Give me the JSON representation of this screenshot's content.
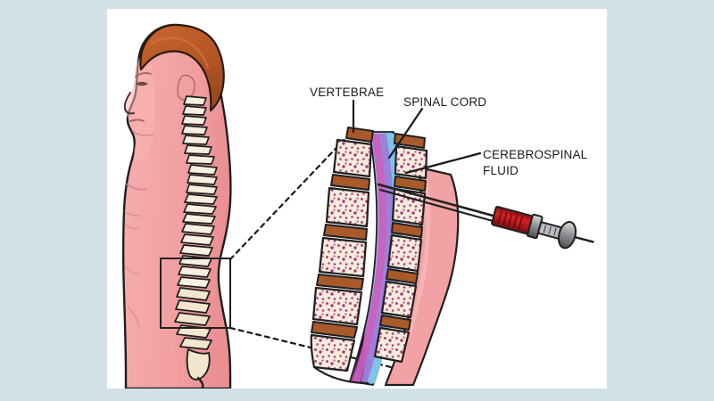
{
  "illustration": {
    "title": "Lumbar puncture (spinal tap) anatomical diagram",
    "background_color": "#d2e1e6",
    "canvas_color": "#ffffff"
  },
  "labels": {
    "vertebrae": "VERTEBRAE",
    "spinal_cord": "SPINAL CORD",
    "cerebrospinal_fluid_line1": "CEREBROSPINAL",
    "cerebrospinal_fluid_line2": "FLUID"
  },
  "colors": {
    "skin": "#f4a3a3",
    "skin_shadow": "#e88f92",
    "hair": "#c0622c",
    "hair_dark": "#9d4a1e",
    "bone": "#f5ead8",
    "bone_edge": "#2b2b2b",
    "disc": "#a85a2a",
    "marrow_speckle": "#b03a78",
    "dura_magenta": "#c95fc0",
    "dura_purple": "#8f7fd4",
    "csf_blue": "#7ec4ea",
    "syringe_barrel": "#c2181f",
    "syringe_hub": "#8f9194",
    "needle": "#2b2b2b",
    "outline": "#1f1f1f",
    "callout_box": "#231f20",
    "label_text": "#1a1a1a"
  },
  "elements": {
    "body_figure": "side-profile male torso and head with visible vertebral column",
    "callout_box": "black rectangle framing the lumbar region",
    "callout_lines": "two dashed lines connecting lumbar box to magnified view",
    "magnified_view": "enlarged lumbar vertebrae cross-section",
    "syringe": "spinal needle and syringe inserted between lumbar vertebrae"
  },
  "anatomy": {
    "vertebral_bodies_count": 5,
    "discs_count": 5,
    "canal_layers": [
      "dura magenta",
      "dura purple",
      "CSF blue"
    ]
  }
}
